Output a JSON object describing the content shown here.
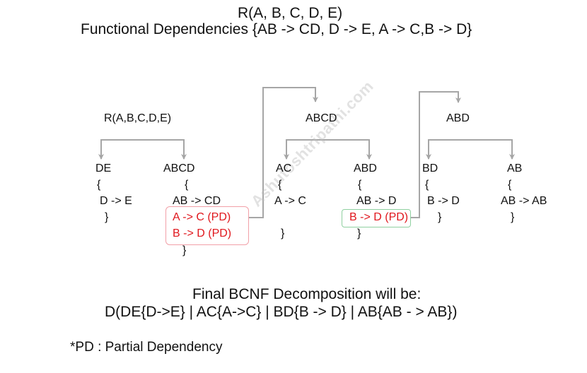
{
  "header": {
    "relation": "R(A, B, C, D, E)",
    "fds": "Functional Dependencies {AB -> CD, D -> E, A -> C,B -> D}"
  },
  "tree1": {
    "root": "R(A,B,C,D,E)",
    "left": {
      "name": "DE",
      "open": "{",
      "fd": "D -> E",
      "close": "}"
    },
    "right": {
      "name": "ABCD",
      "open": "{",
      "fd": "AB -> CD",
      "pd1": "A -> C  (PD)",
      "pd2": "B -> D (PD)",
      "close": "}"
    }
  },
  "tree2": {
    "root": "ABCD",
    "left": {
      "name": "AC",
      "open": "{",
      "fd": "A -> C",
      "close": "}"
    },
    "right": {
      "name": "ABD",
      "open": "{",
      "fd": "AB -> D",
      "pd1": "B -> D (PD)",
      "close": "}"
    }
  },
  "tree3": {
    "root": "ABD",
    "left": {
      "name": "BD",
      "open": "{",
      "fd": "B -> D",
      "close": "}"
    },
    "right": {
      "name": "AB",
      "open": "{",
      "fd": "AB -> AB",
      "close": "}"
    }
  },
  "result": {
    "line1": "Final BCNF Decomposition will be:",
    "line2": "D(DE{D->E} | AC{A->C} | BD{B -> D} | AB{AB - > AB})"
  },
  "note": "*PD : Partial Dependency",
  "watermark": "Ashutoshtripathi.com",
  "colors": {
    "line": "#a6a6a6",
    "highlight": "#e0161c",
    "box1": "#f2a0a8",
    "box2": "#8fd0a0"
  }
}
